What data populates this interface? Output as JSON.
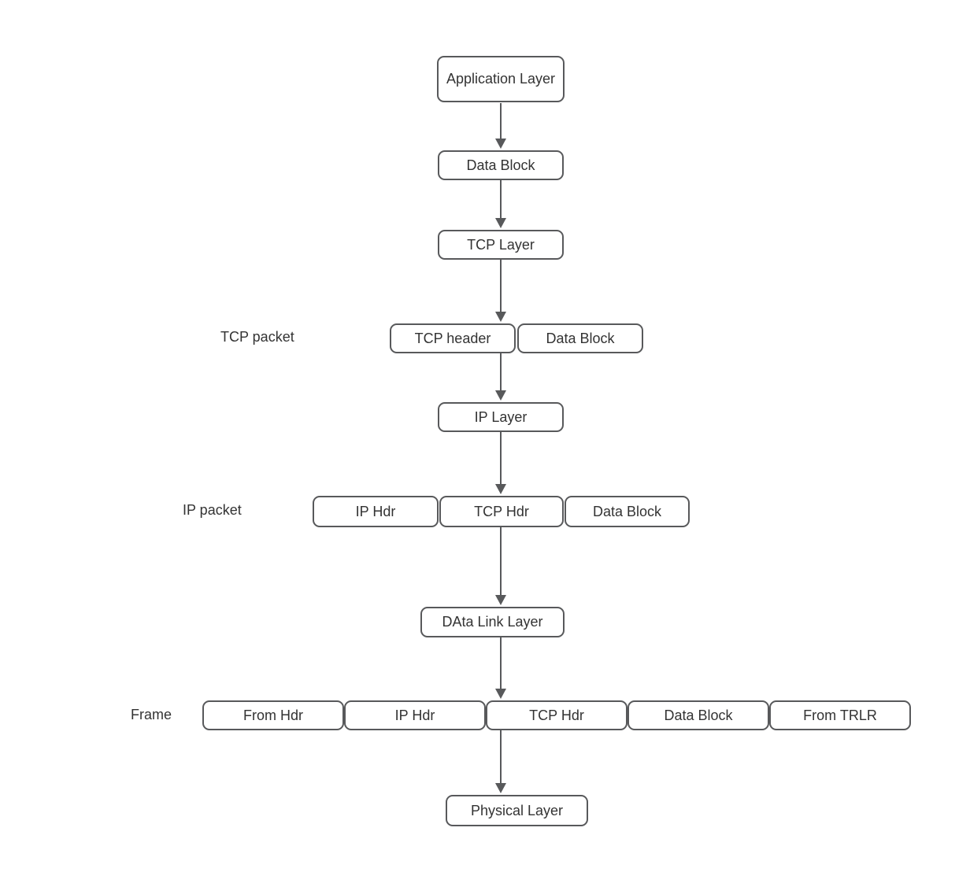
{
  "colors": {
    "border": "#58595b",
    "arrow": "#58595b",
    "text": "#333333",
    "canvas_bg": "#ffffff"
  },
  "nodes": {
    "application_layer": {
      "label": "Application Layer"
    },
    "data_block_1": {
      "label": "Data Block"
    },
    "tcp_layer": {
      "label": "TCP Layer"
    },
    "tcp_header": {
      "label": "TCP header"
    },
    "data_block_2": {
      "label": "Data Block"
    },
    "ip_layer": {
      "label": "IP Layer"
    },
    "ip_hdr": {
      "label": "IP Hdr"
    },
    "tcp_hdr": {
      "label": "TCP Hdr"
    },
    "data_block_3": {
      "label": "Data Block"
    },
    "data_link_layer": {
      "label": "DAta Link Layer"
    },
    "from_hdr": {
      "label": "From Hdr"
    },
    "frame_ip_hdr": {
      "label": "IP Hdr"
    },
    "frame_tcp_hdr": {
      "label": "TCP Hdr"
    },
    "frame_data_block": {
      "label": "Data Block"
    },
    "from_trlr": {
      "label": "From TRLR"
    },
    "physical_layer": {
      "label": "Physical Layer"
    }
  },
  "row_labels": {
    "tcp_packet": "TCP packet",
    "ip_packet": "IP packet",
    "frame": "Frame"
  }
}
